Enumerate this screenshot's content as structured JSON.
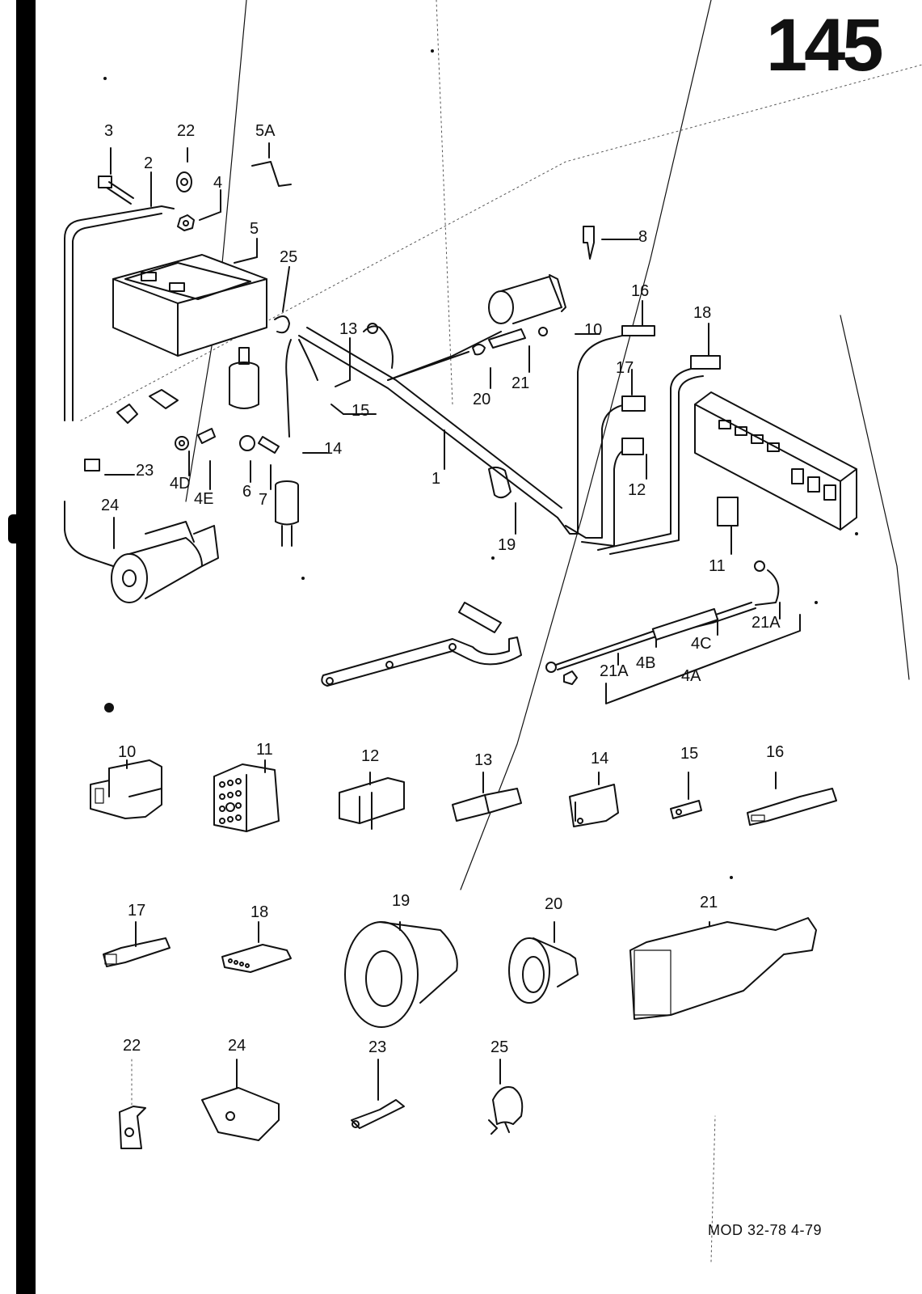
{
  "page": {
    "number": "145",
    "footer": "MOD 32-78  4-79"
  },
  "assembly_callouts": {
    "c1": "1",
    "c2": "2",
    "c3": "3",
    "c4": "4",
    "c4a": "4A",
    "c4b": "4B",
    "c4c": "4C",
    "c4d": "4D",
    "c4e": "4E",
    "c5": "5",
    "c5a": "5A",
    "c6": "6",
    "c7": "7",
    "c8": "8",
    "c10": "10",
    "c11": "11",
    "c12": "12",
    "c13": "13",
    "c14": "14",
    "c15": "15",
    "c16": "16",
    "c17": "17",
    "c18": "18",
    "c19": "19",
    "c20": "20",
    "c21": "21",
    "c21a_left": "21A",
    "c21a_right": "21A",
    "c22": "22",
    "c24": "24",
    "c25": "25",
    "c23": "23"
  },
  "detail_parts": [
    {
      "id": "10",
      "label": "10",
      "part": "relay-socket"
    },
    {
      "id": "11",
      "label": "11",
      "part": "multi-pin-connector"
    },
    {
      "id": "12",
      "label": "12",
      "part": "dual-connector-housing"
    },
    {
      "id": "13",
      "label": "13",
      "part": "single-connector-housing"
    },
    {
      "id": "14",
      "label": "14",
      "part": "connector-housing"
    },
    {
      "id": "15",
      "label": "15",
      "part": "small-connector"
    },
    {
      "id": "16",
      "label": "16",
      "part": "flat-connector"
    },
    {
      "id": "17",
      "label": "17",
      "part": "plug-connector"
    },
    {
      "id": "18",
      "label": "18",
      "part": "four-pin-connector"
    },
    {
      "id": "19",
      "label": "19",
      "part": "large-grommet"
    },
    {
      "id": "20",
      "label": "20",
      "part": "small-grommet"
    },
    {
      "id": "21",
      "label": "21",
      "part": "connector-boot"
    },
    {
      "id": "22",
      "label": "22",
      "part": "ring-terminal"
    },
    {
      "id": "23",
      "label": "23",
      "part": "clip"
    },
    {
      "id": "24",
      "label": "24",
      "part": "crimp-terminal"
    },
    {
      "id": "25",
      "label": "25",
      "part": "cable-clamp"
    }
  ]
}
